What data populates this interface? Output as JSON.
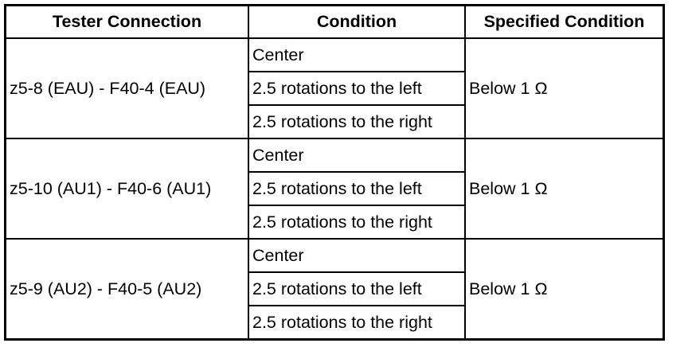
{
  "table": {
    "headers": [
      "Tester Connection",
      "Condition",
      "Specified Condition"
    ],
    "groups": [
      {
        "connection": "z5-8 (EAU) - F40-4 (EAU)",
        "conditions": [
          "Center",
          "2.5 rotations to the left",
          "2.5 rotations to the right"
        ],
        "specified": "Below 1 Ω"
      },
      {
        "connection": "z5-10 (AU1) - F40-6 (AU1)",
        "conditions": [
          "Center",
          "2.5 rotations to the left",
          "2.5 rotations to the right"
        ],
        "specified": "Below 1 Ω"
      },
      {
        "connection": "z5-9 (AU2) - F40-5 (AU2)",
        "conditions": [
          "Center",
          "2.5 rotations to the left",
          "2.5 rotations to the right"
        ],
        "specified": "Below 1 Ω"
      }
    ]
  }
}
